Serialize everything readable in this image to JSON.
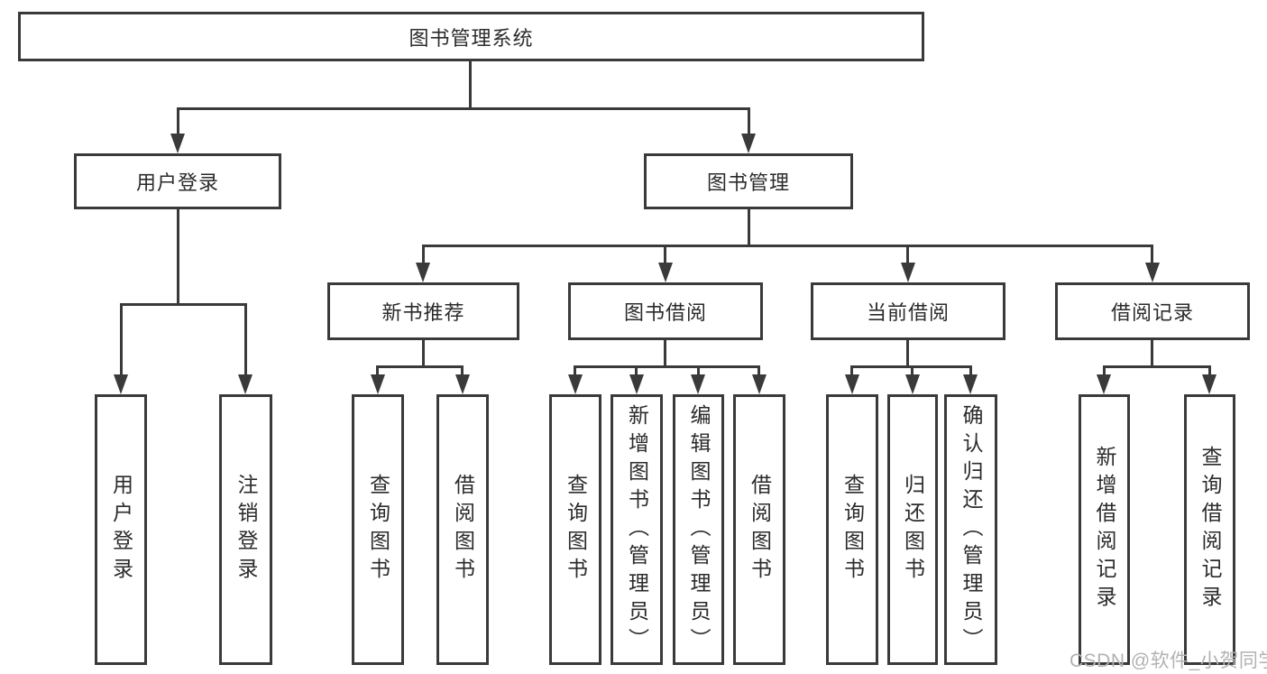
{
  "colors": {
    "line": "#3a3a3a",
    "text": "#2b2b2b",
    "watermark": "#b2b2b2",
    "background": "#ffffff"
  },
  "tree": {
    "label": "图书管理系统",
    "children": [
      {
        "label": "用户登录",
        "children": [
          {
            "label": "用户登录"
          },
          {
            "label": "注销登录"
          }
        ]
      },
      {
        "label": "图书管理",
        "children": [
          {
            "label": "新书推荐",
            "children": [
              {
                "label": "查询图书"
              },
              {
                "label": "借阅图书"
              }
            ]
          },
          {
            "label": "图书借阅",
            "children": [
              {
                "label": "查询图书"
              },
              {
                "label": "新增图书（管理员）"
              },
              {
                "label": "编辑图书（管理员）"
              },
              {
                "label": "借阅图书"
              }
            ]
          },
          {
            "label": "当前借阅",
            "children": [
              {
                "label": "查询图书"
              },
              {
                "label": "归还图书"
              },
              {
                "label": "确认归还（管理员）"
              }
            ]
          },
          {
            "label": "借阅记录",
            "children": [
              {
                "label": "新增借阅记录"
              },
              {
                "label": "查询借阅记录"
              }
            ]
          }
        ]
      }
    ]
  },
  "watermark": {
    "text": "CSDN @软件_小贺同学"
  }
}
